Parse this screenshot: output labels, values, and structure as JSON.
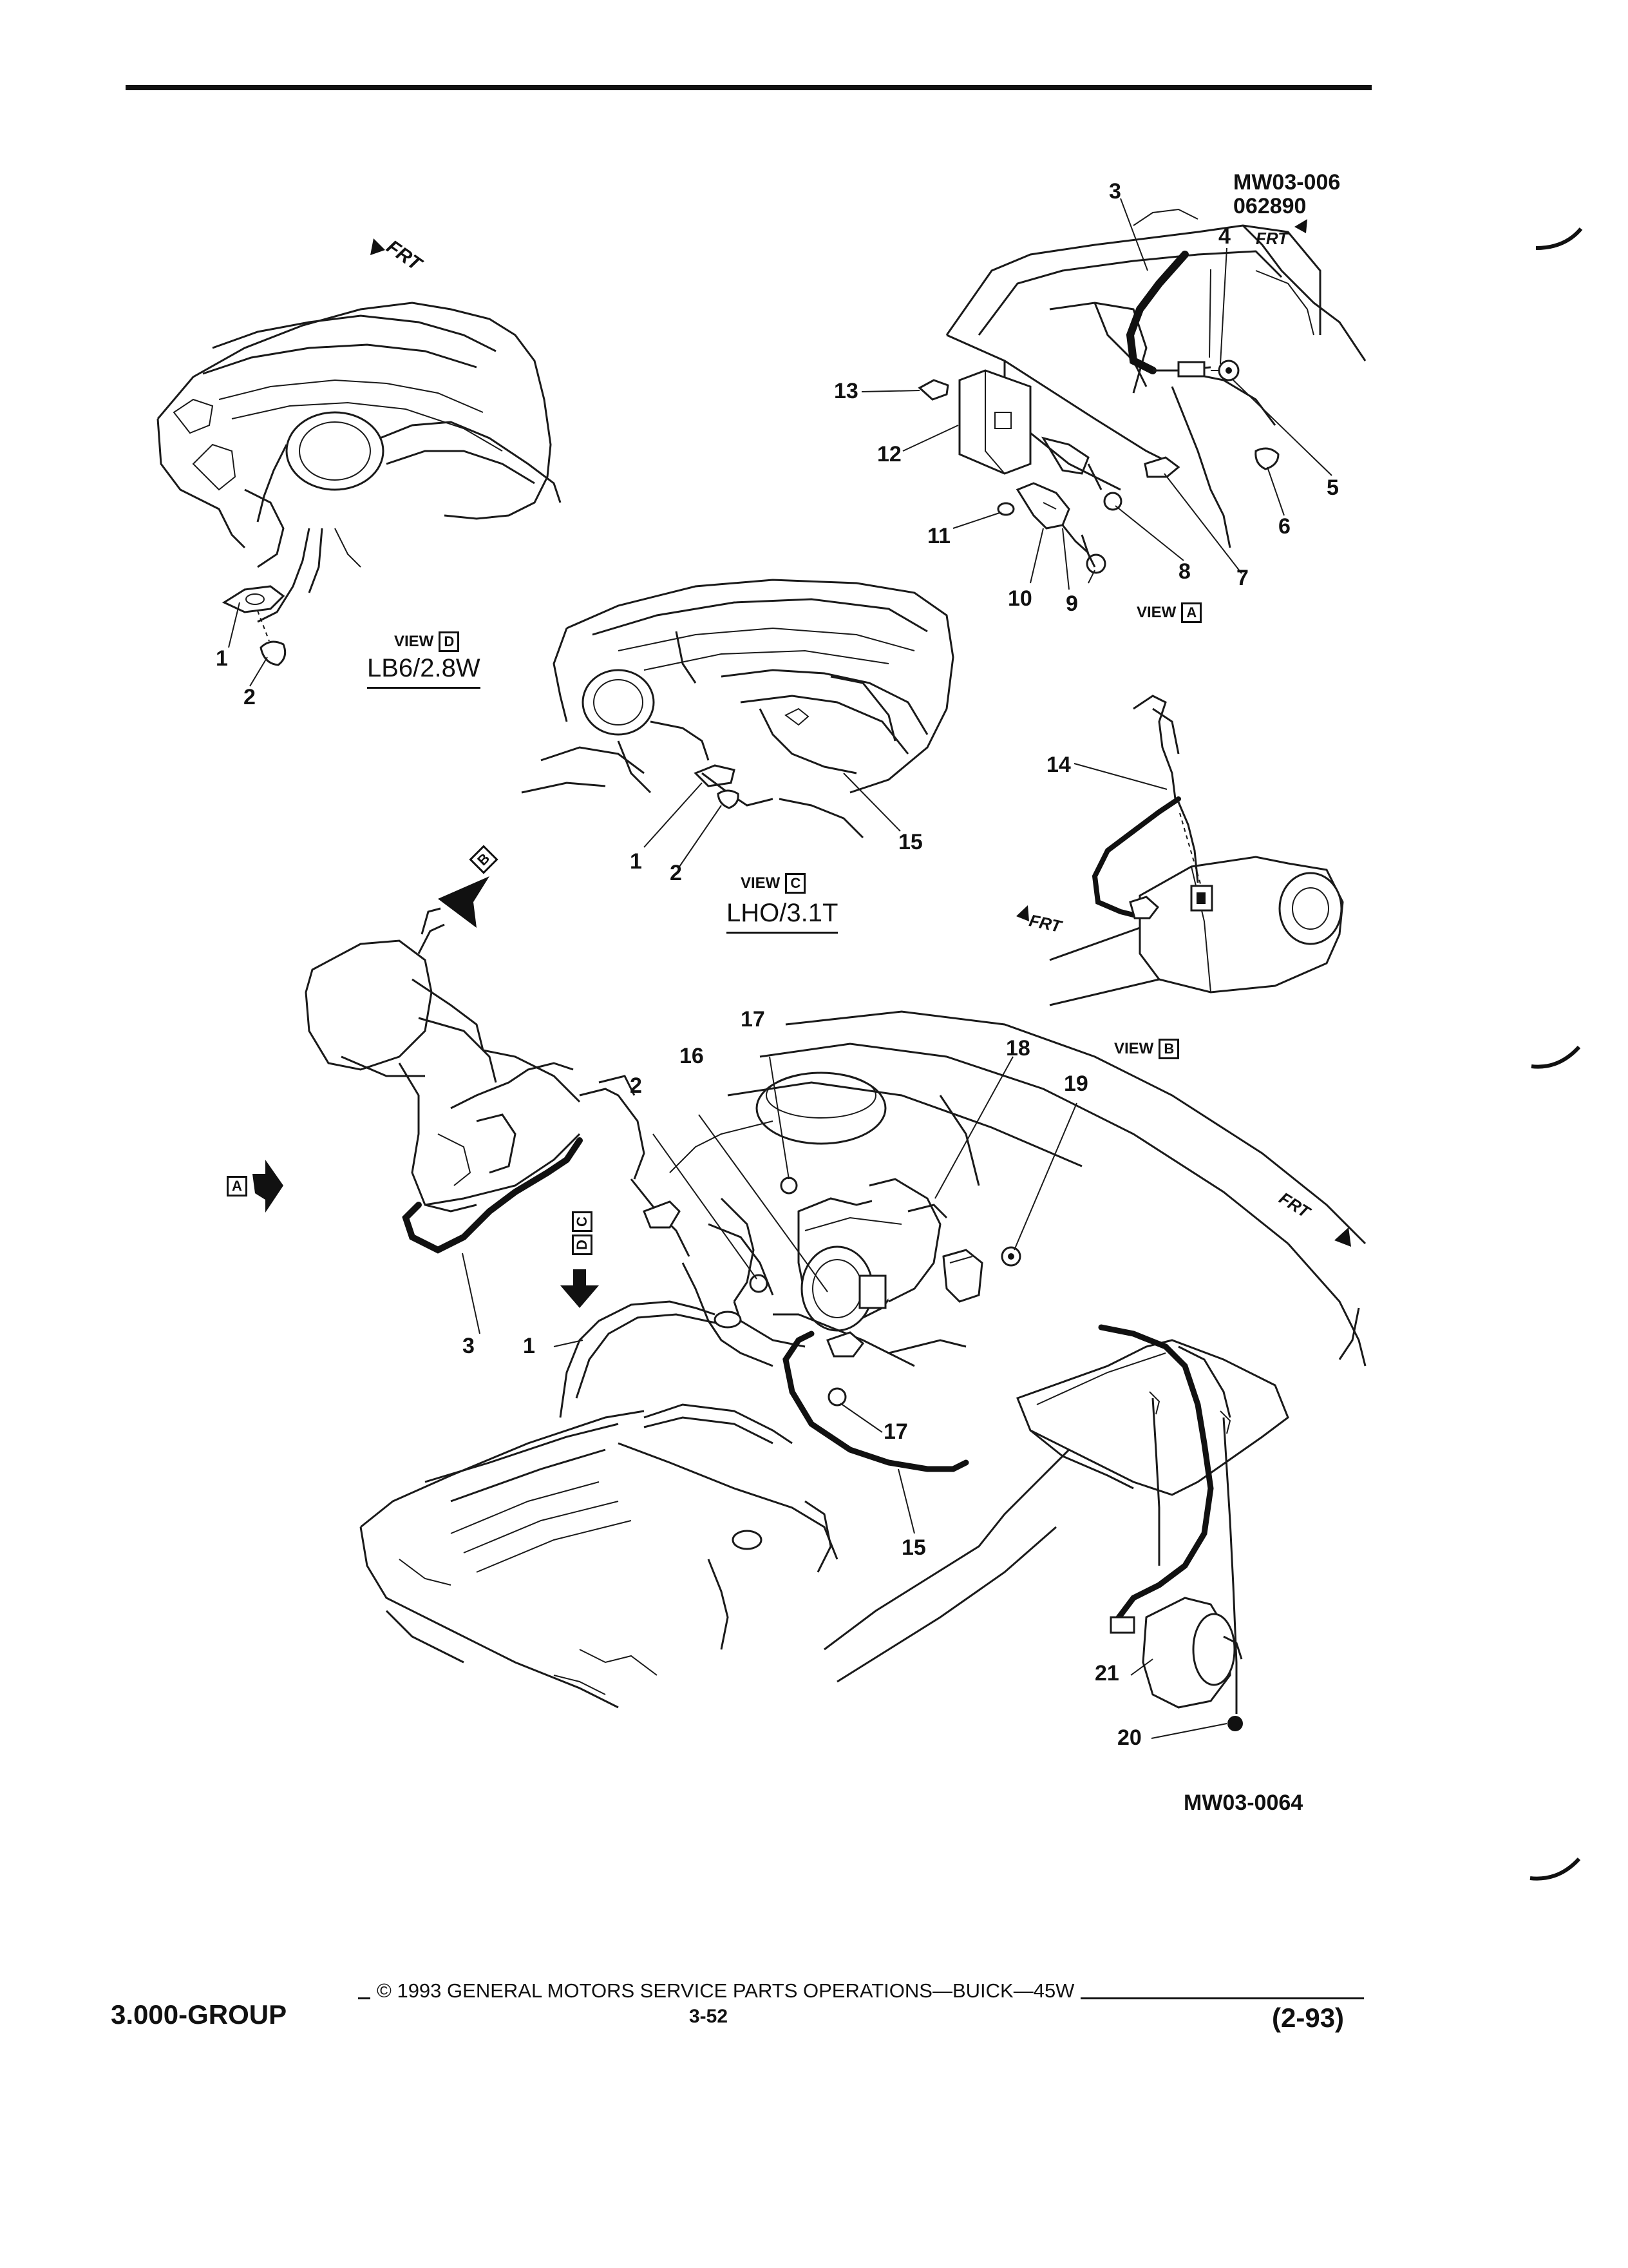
{
  "figure_code": "MW03-006",
  "figure_date": "062890",
  "bottom_figure_code": "MW03-0064",
  "callouts": [
    "1",
    "2",
    "3",
    "4",
    "5",
    "6",
    "7",
    "8",
    "9",
    "10",
    "11",
    "12",
    "13",
    "14",
    "15",
    "16",
    "17",
    "18",
    "19",
    "20",
    "21"
  ],
  "view_word": "VIEW",
  "views": {
    "a": "A",
    "b": "B",
    "c": "C",
    "d": "D"
  },
  "engines": {
    "view_d": "LB6/2.8W",
    "view_c": "LHO/3.1T"
  },
  "frt_label": "FRT",
  "arrow_labels": {
    "b": "B",
    "a": "A",
    "c": "C",
    "d": "D"
  },
  "footer": {
    "group": "3.000-GROUP",
    "copyright": "© 1993 GENERAL MOTORS SERVICE PARTS OPERATIONS—BUICK—45W",
    "page": "3-52",
    "date": "(2-93)"
  }
}
